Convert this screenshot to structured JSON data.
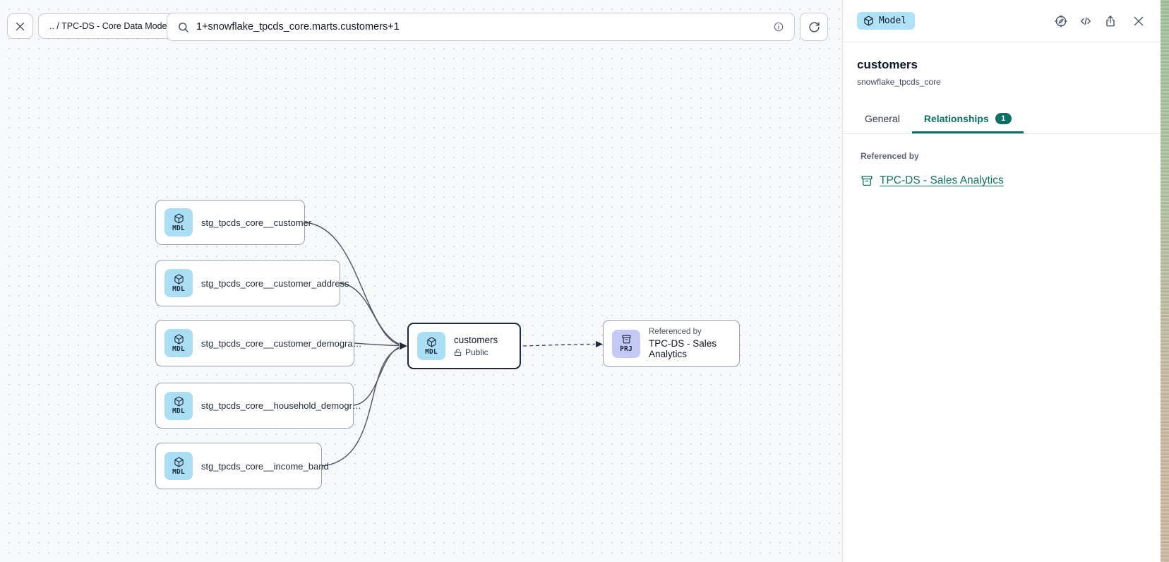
{
  "colors": {
    "accent_teal": "#0c6f63",
    "link_teal": "#0f7264",
    "model_badge_bg": "#ade2f7",
    "model_icon_bg": "#a9def4",
    "project_icon_bg": "#c4c9f5",
    "canvas_bg": "#f7f8f9",
    "node_border": "#97a0ad",
    "selected_node_border": "#1e293b"
  },
  "icons": {
    "close": "x-icon",
    "search": "magnifier-icon",
    "info": "info-circle-icon",
    "refresh": "rotate-clockwise-icon",
    "compass": "compass-icon",
    "code": "code-brackets-icon",
    "share": "share-up-icon",
    "model": "cube-icon",
    "project": "archive-drawer-icon",
    "lock_open": "lock-open-icon"
  },
  "topbar": {
    "breadcrumb": ".. / TPC-DS - Core Data Models",
    "search_query": "1+snowflake_tpcds_core.marts.customers+1"
  },
  "panel": {
    "type_badge": "Model",
    "title": "customers",
    "subtitle": "snowflake_tpcds_core",
    "tabs": [
      {
        "label": "General",
        "active": false
      },
      {
        "label": "Relationships",
        "badge": "1",
        "active": true
      }
    ],
    "section_label": "Referenced by",
    "reference_link": "TPC-DS - Sales Analytics"
  },
  "canvas": {
    "upstream_nodes": [
      {
        "badge": "MDL",
        "label": "stg_tpcds_core__customer"
      },
      {
        "badge": "MDL",
        "label": "stg_tpcds_core__customer_address"
      },
      {
        "badge": "MDL",
        "label": "stg_tpcds_core__customer_demogra…"
      },
      {
        "badge": "MDL",
        "label": "stg_tpcds_core__household_demogr…"
      },
      {
        "badge": "MDL",
        "label": "stg_tpcds_core__income_band"
      }
    ],
    "selected_node": {
      "badge": "MDL",
      "title": "customers",
      "visibility": "Public"
    },
    "reference_node": {
      "badge": "PRJ",
      "caption": "Referenced by",
      "label": "TPC-DS - Sales Analytics"
    }
  }
}
